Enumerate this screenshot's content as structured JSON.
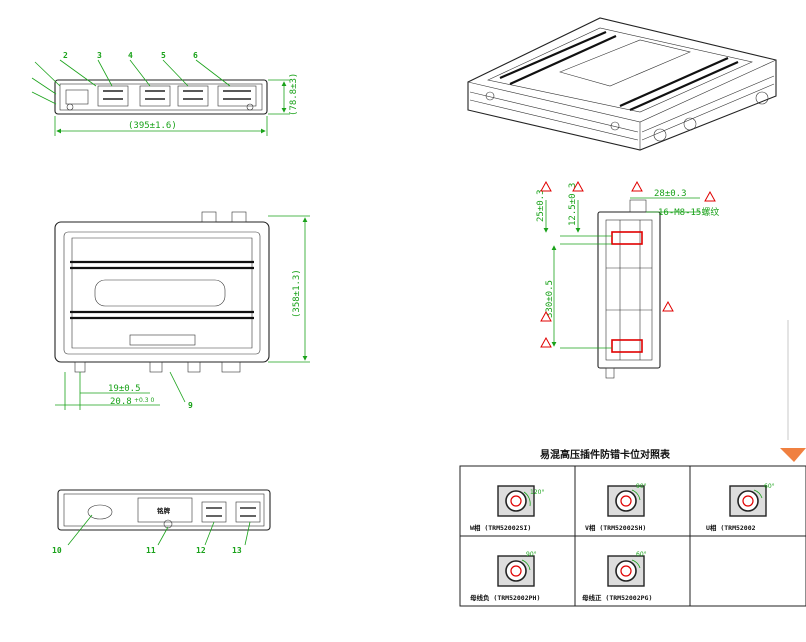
{
  "views": {
    "front": {
      "callouts": [
        "2",
        "3",
        "4",
        "5",
        "6"
      ],
      "width_dim": "(395±1.6)",
      "height_dim": "(78.8±3)"
    },
    "top": {
      "height_dim": "(358±1.3)",
      "dim_a": "19±0.5",
      "dim_b": "20.8",
      "dim_b_tol": "+0.3 0",
      "callout": "9"
    },
    "bottom": {
      "callouts": [
        "10",
        "11",
        "12",
        "13"
      ],
      "label_text": "铭牌"
    },
    "side": {
      "dim_top": "28±0.3",
      "dim_thread": "16-M8-15螺纹",
      "dim_v1": "25±0.3",
      "dim_v2": "12.5±0.3",
      "dim_v3": "330±0.5"
    }
  },
  "table": {
    "title": "易混高压插件防错卡位对照表",
    "cells": [
      {
        "caption": "W相 (TRM52002SI)",
        "angle": "120°"
      },
      {
        "caption": "V相 (TRM52002SH)",
        "angle": "90°"
      },
      {
        "caption": "U相 (TRM52002",
        "angle": "60°"
      },
      {
        "caption": "母线负 (TRM52002PH)",
        "angle": "90°"
      },
      {
        "caption": "母线正 (TRM52002PG)",
        "angle": "60°"
      }
    ]
  },
  "colors": {
    "dimension": "#1aa21a",
    "warning": "#e00000",
    "outline": "#222222",
    "arrow": "#f08040"
  }
}
